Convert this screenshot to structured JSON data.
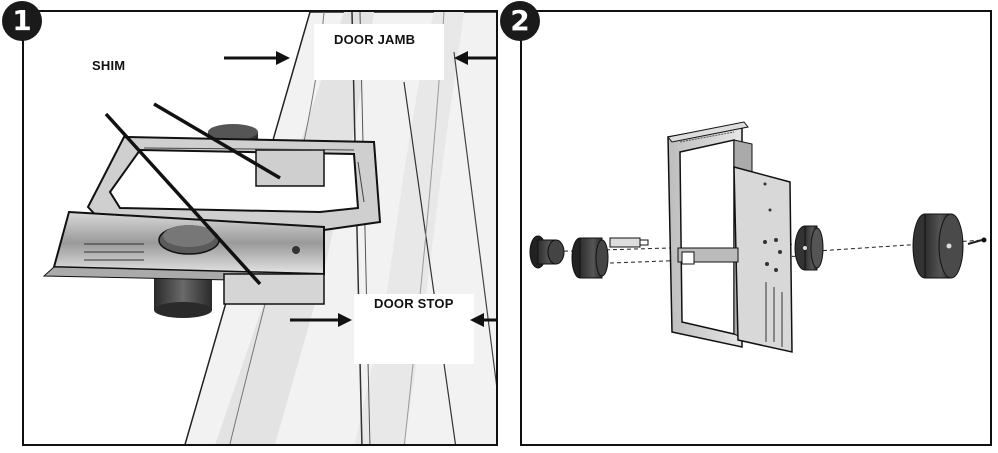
{
  "steps": [
    {
      "number": "1",
      "labels": {
        "shim": "SHIM",
        "door_jamb": "DOOR JAMB",
        "door_stop": "DOOR STOP"
      }
    },
    {
      "number": "2"
    }
  ],
  "colors": {
    "outline": "#111111",
    "metal": "#c9c9c9",
    "dark_part": "#3a3a3a",
    "wood": "#ececec"
  }
}
